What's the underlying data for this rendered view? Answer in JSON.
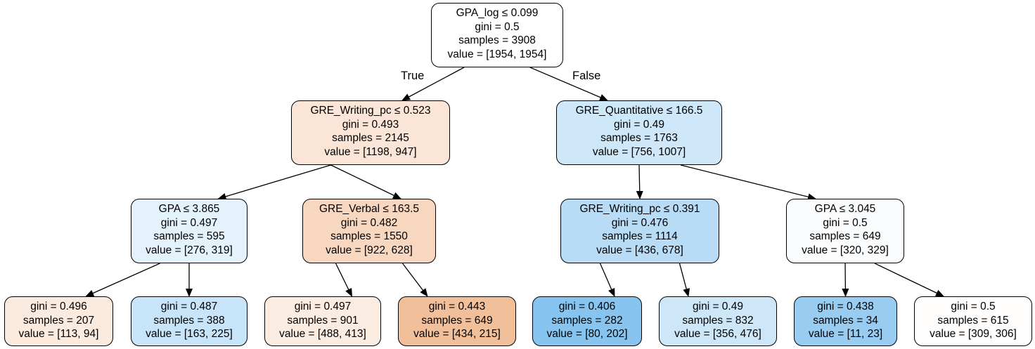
{
  "edge_labels": {
    "true_label": "True",
    "false_label": "False"
  },
  "colors": {
    "orange": "#e58139",
    "blue": "#399de5",
    "border": "#000000"
  },
  "nodes": [
    {
      "id": 0,
      "lines": [
        "GPA_log ≤ 0.099",
        "gini = 0.5",
        "samples = 3908",
        "value = [1954, 1954]"
      ],
      "value": [
        1954,
        1954
      ]
    },
    {
      "id": 1,
      "parent": 0,
      "lines": [
        "GRE_Writing_pc ≤ 0.523",
        "gini = 0.493",
        "samples = 2145",
        "value = [1198, 947]"
      ],
      "value": [
        1198,
        947
      ]
    },
    {
      "id": 2,
      "parent": 0,
      "lines": [
        "GRE_Quantitative ≤ 166.5",
        "gini = 0.49",
        "samples = 1763",
        "value = [756, 1007]"
      ],
      "value": [
        756,
        1007
      ]
    },
    {
      "id": 3,
      "parent": 1,
      "lines": [
        "GPA ≤ 3.865",
        "gini = 0.497",
        "samples = 595",
        "value = [276, 319]"
      ],
      "value": [
        276,
        319
      ]
    },
    {
      "id": 4,
      "parent": 1,
      "lines": [
        "GRE_Verbal ≤ 163.5",
        "gini = 0.482",
        "samples = 1550",
        "value = [922, 628]"
      ],
      "value": [
        922,
        628
      ]
    },
    {
      "id": 5,
      "parent": 2,
      "lines": [
        "GRE_Writing_pc ≤ 0.391",
        "gini = 0.476",
        "samples = 1114",
        "value = [436, 678]"
      ],
      "value": [
        436,
        678
      ]
    },
    {
      "id": 6,
      "parent": 2,
      "lines": [
        "GPA ≤ 3.045",
        "gini = 0.5",
        "samples = 649",
        "value = [320, 329]"
      ],
      "value": [
        320,
        329
      ]
    },
    {
      "id": 7,
      "parent": 3,
      "lines": [
        "gini = 0.496",
        "samples = 207",
        "value = [113, 94]"
      ],
      "value": [
        113,
        94
      ]
    },
    {
      "id": 8,
      "parent": 3,
      "lines": [
        "gini = 0.487",
        "samples = 388",
        "value = [163, 225]"
      ],
      "value": [
        163,
        225
      ]
    },
    {
      "id": 9,
      "parent": 4,
      "lines": [
        "gini = 0.497",
        "samples = 901",
        "value = [488, 413]"
      ],
      "value": [
        488,
        413
      ]
    },
    {
      "id": 10,
      "parent": 4,
      "lines": [
        "gini = 0.443",
        "samples = 649",
        "value = [434, 215]"
      ],
      "value": [
        434,
        215
      ]
    },
    {
      "id": 11,
      "parent": 5,
      "lines": [
        "gini = 0.406",
        "samples = 282",
        "value = [80, 202]"
      ],
      "value": [
        80,
        202
      ]
    },
    {
      "id": 12,
      "parent": 5,
      "lines": [
        "gini = 0.49",
        "samples = 832",
        "value = [356, 476]"
      ],
      "value": [
        356,
        476
      ]
    },
    {
      "id": 13,
      "parent": 6,
      "lines": [
        "gini = 0.438",
        "samples = 34",
        "value = [11, 23]"
      ],
      "value": [
        11,
        23
      ]
    },
    {
      "id": 14,
      "parent": 6,
      "lines": [
        "gini = 0.5",
        "samples = 615",
        "value = [309, 306]"
      ],
      "value": [
        309,
        306
      ]
    }
  ]
}
